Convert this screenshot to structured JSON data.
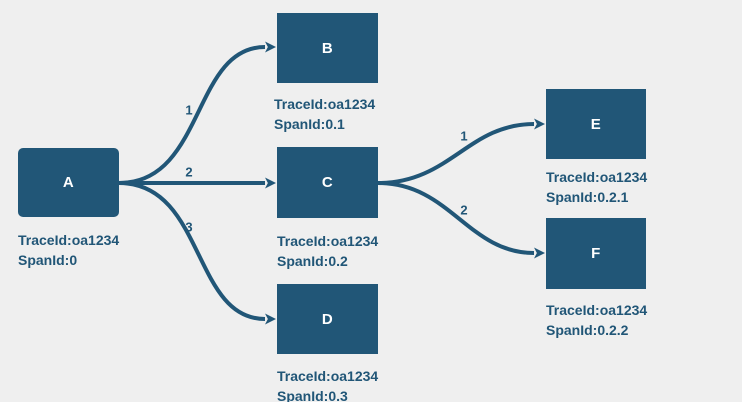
{
  "diagram": {
    "type": "trace-span-flow",
    "colors": {
      "background": "#efefef",
      "node_fill": "#215677",
      "edge": "#215677",
      "caption_text": "#215677",
      "node_text": "#ffffff"
    },
    "nodes": [
      {
        "id": "A",
        "label": "A",
        "trace_id": "TraceId:oa1234",
        "span_id": "SpanId:0"
      },
      {
        "id": "B",
        "label": "B",
        "trace_id": "TraceId:oa1234",
        "span_id": "SpanId:0.1"
      },
      {
        "id": "C",
        "label": "C",
        "trace_id": "TraceId:oa1234",
        "span_id": "SpanId:0.2"
      },
      {
        "id": "D",
        "label": "D",
        "trace_id": "TraceId:oa1234",
        "span_id": "SpanId:0.3"
      },
      {
        "id": "E",
        "label": "E",
        "trace_id": "TraceId:oa1234",
        "span_id": "SpanId:0.2.1"
      },
      {
        "id": "F",
        "label": "F",
        "trace_id": "TraceId:oa1234",
        "span_id": "SpanId:0.2.2"
      }
    ],
    "edges": [
      {
        "from": "A",
        "to": "B",
        "label": "1"
      },
      {
        "from": "A",
        "to": "C",
        "label": "2"
      },
      {
        "from": "A",
        "to": "D",
        "label": "3"
      },
      {
        "from": "C",
        "to": "E",
        "label": "1"
      },
      {
        "from": "C",
        "to": "F",
        "label": "2"
      }
    ]
  }
}
